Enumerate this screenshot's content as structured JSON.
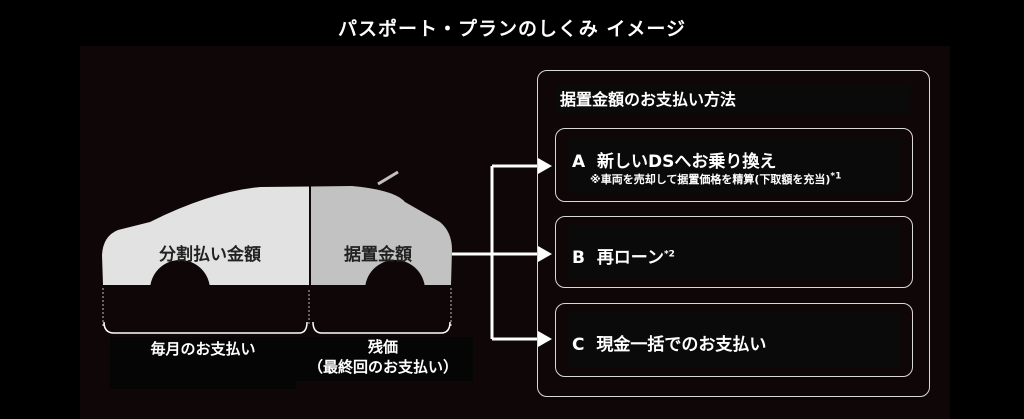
{
  "title": "パスポート・プランのしくみ イメージ",
  "car": {
    "left_label": "分割払い金額",
    "right_label": "据置金額"
  },
  "bottom": {
    "left_label": "毎月のお支払い",
    "right_label_line1": "残価",
    "right_label_line2": "（最終回のお支払い）"
  },
  "options_panel": {
    "heading": "据置金額のお支払い方法",
    "options": [
      {
        "letter": "A",
        "label": "新しいDSへお乗り換え",
        "note": "※車両を売却して据置価格を精算(下取額を充当)",
        "note_sup": "*1"
      },
      {
        "letter": "B",
        "label": "再ローン",
        "sup": "*2"
      },
      {
        "letter": "C",
        "label": "現金一括でのお支払い"
      }
    ]
  },
  "colors": {
    "background": "#000000",
    "car_left": "#e2e2e2",
    "car_right": "#c2c2c2",
    "border": "#d8d8d8"
  }
}
